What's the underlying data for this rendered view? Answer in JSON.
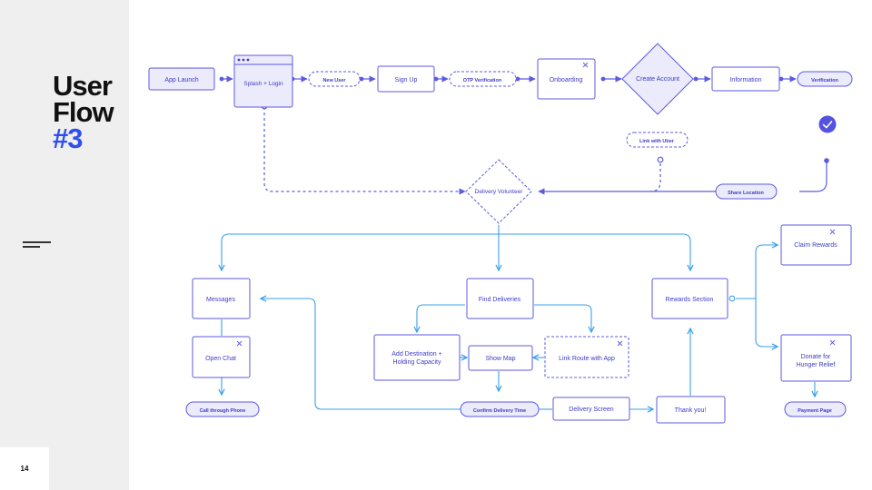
{
  "slide": {
    "title_line1": "User",
    "title_line2": "Flow",
    "title_line3": "#3",
    "page_number": "14"
  },
  "colors": {
    "purple": "#5c5ae0",
    "purple_fill": "#ebebfb",
    "blue": "#3aa0ea",
    "blue_fill": "#ffffff",
    "check": "#5452e0"
  },
  "icons": [
    "close-icon",
    "window-dots-icon",
    "check-circle-icon",
    "chevron-arrow-icon"
  ],
  "nodes": {
    "app_launch": "App Launch",
    "splash_login": "Splash + Login",
    "new_user": "New User",
    "sign_up": "Sign Up",
    "otp": "OTP Verification",
    "onboarding": "Onboarding",
    "create_account": "Create Account",
    "information": "Information",
    "verification": "Verification",
    "link_uber": "Link with Uber",
    "share_location": "Share Location",
    "delivery_volunteer": "Delivery Volunteer",
    "messages": "Messages",
    "open_chat": "Open Chat",
    "call_phone": "Call through Phone",
    "find_deliveries": "Find Deliveries",
    "add_destination_1": "Add Destination +",
    "add_destination_2": "Holding Capacity",
    "show_map": "Show Map",
    "link_route": "Link Route with App",
    "confirm_time": "Confirm Delivery Time",
    "delivery_screen": "Delivery Screen",
    "thank_you": "Thank you!",
    "rewards_section": "Rewards Section",
    "claim_rewards": "Claim Rewards",
    "donate_1": "Donate for",
    "donate_2": "Hunger Relief",
    "payment_page": "Payment Page"
  }
}
